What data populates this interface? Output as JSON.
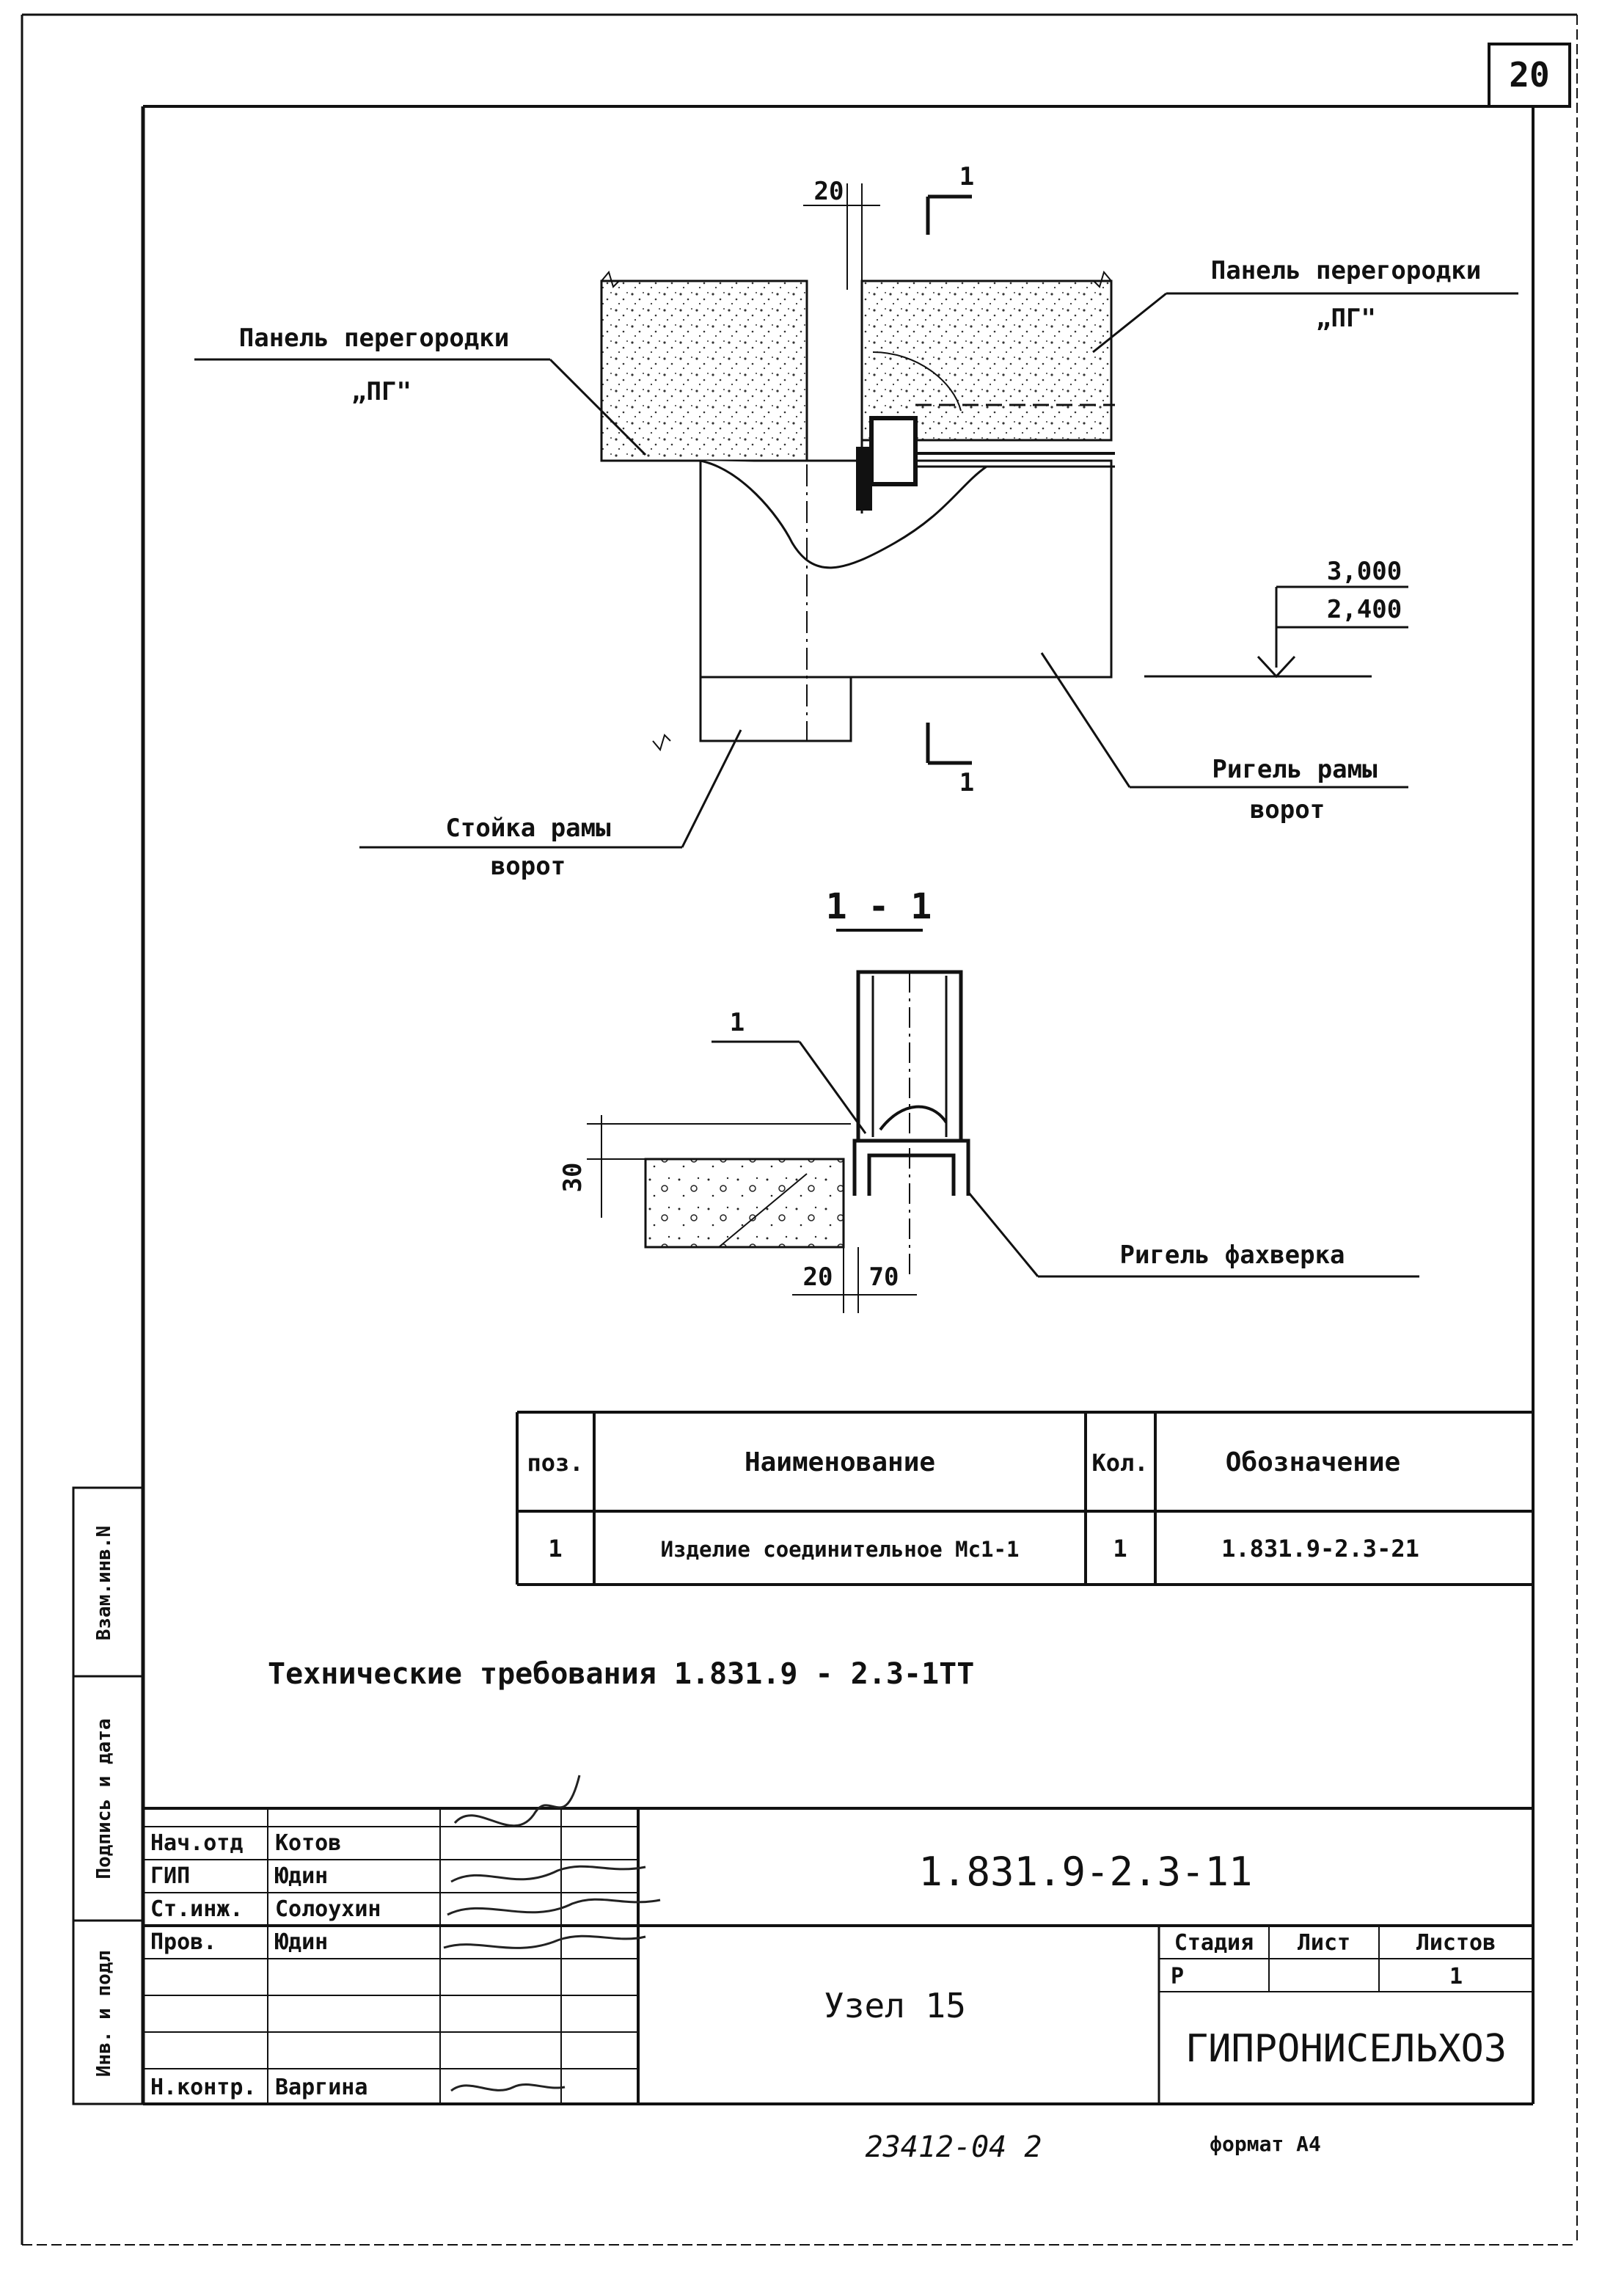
{
  "sheet_number": "20",
  "node_view": {
    "dimension_top": "20",
    "section_mark": "1",
    "panel_left_label": "Панель перегородки",
    "panel_left_mark": "„ПГ\"",
    "panel_right_label": "Панель перегородки",
    "panel_right_mark": "„ПГ\"",
    "elevation_top": "3,000",
    "elevation_bottom": "2,400",
    "rail_label_line1": "Ригель рамы",
    "rail_label_line2": "ворот",
    "post_label_line1": "Стойка рамы",
    "post_label_line2": "ворот"
  },
  "section_view": {
    "title": "1 - 1",
    "position_mark": "1",
    "dim_vertical": "30",
    "dim_a": "20",
    "dim_b": "70",
    "rail_label": "Ригель фахверка"
  },
  "spec_table": {
    "headers": [
      "поз.",
      "Наименование",
      "Кол.",
      "Обозначение"
    ],
    "rows": [
      [
        "1",
        "Изделие соединительное Мс1-1",
        "1",
        "1.831.9-2.3-21"
      ]
    ]
  },
  "tech_requirements": "Технические требования  1.831.9 - 2.3-1ТТ",
  "side_stamp": [
    "Взам.инв.N",
    "Подпись и дата",
    "Инв. и подл"
  ],
  "title_block": {
    "roles": [
      "Нач.отд",
      "ГИП",
      "Ст.инж.",
      "Пров.",
      "",
      "",
      "Н.контр."
    ],
    "names": [
      "Котов",
      "Юдин",
      "Солоухин",
      "Юдин",
      "",
      "",
      "Варгина"
    ],
    "doc_code": "1.831.9-2.3-11",
    "sheet_title": "Узел 15",
    "stage_header": "Стадия",
    "sheet_header": "Лист",
    "sheets_header": "Листов",
    "stage_value": "Р",
    "sheet_value": "",
    "sheets_value": "1",
    "organization": "ГИПРОНИСЕЛЬХОЗ"
  },
  "footer": {
    "inventory_number": "23412-04  2",
    "format": "формат А4"
  }
}
